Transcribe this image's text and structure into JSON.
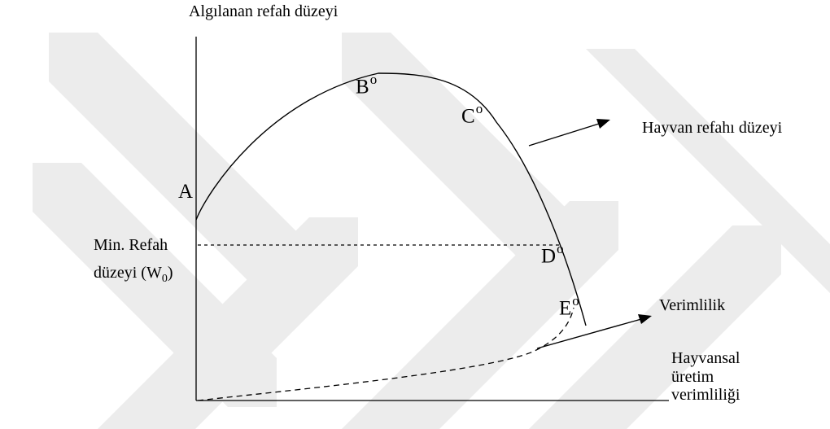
{
  "diagram": {
    "y_axis_label": "Algılanan refah düzeyi",
    "points": {
      "a": "A",
      "b": "B",
      "c": "C",
      "d": "D",
      "e": "E",
      "marker": "o"
    },
    "min_welfare": {
      "line1": "Min.  Refah",
      "line2_prefix": "düzeyi (W",
      "line2_sub": "0",
      "line2_suffix": ")"
    },
    "welfare_curve_label": "Hayvan refahı düzeyi",
    "productivity_label": "Verimlilik",
    "production_label": {
      "line1": "Hayvansal",
      "line2": "üretim",
      "line3": "verimliliği"
    },
    "colors": {
      "ink": "#000000",
      "watermark": "#e7e7e7"
    }
  }
}
